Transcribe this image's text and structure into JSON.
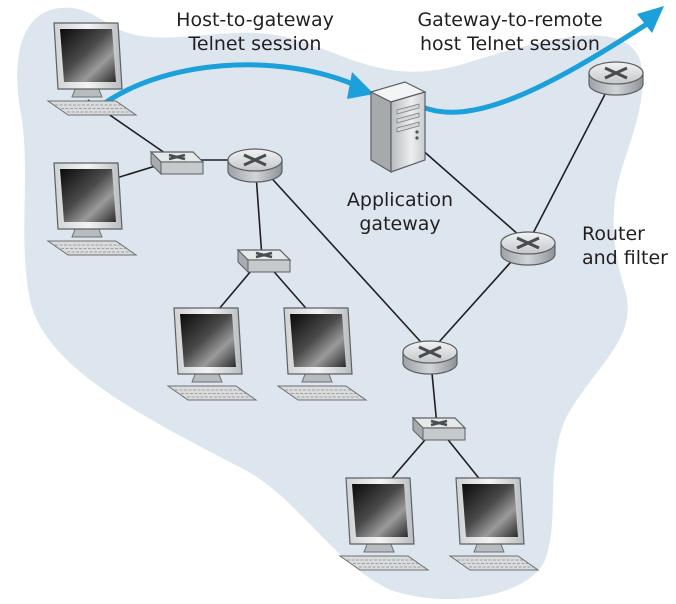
{
  "labels": {
    "host_to_gateway": [
      "Host-to-gateway",
      "Telnet session"
    ],
    "gateway_to_remote": [
      "Gateway-to-remote",
      "host Telnet session"
    ],
    "application_gateway": [
      "Application",
      "gateway"
    ],
    "router_and_filter": [
      "Router",
      "and filter"
    ]
  },
  "nodes": [
    {
      "id": "pc-top-left",
      "kind": "computer"
    },
    {
      "id": "pc-mid-left",
      "kind": "computer"
    },
    {
      "id": "switch-left",
      "kind": "switch"
    },
    {
      "id": "router-left",
      "kind": "router"
    },
    {
      "id": "switch-center",
      "kind": "switch"
    },
    {
      "id": "pc-center-a",
      "kind": "computer"
    },
    {
      "id": "pc-center-b",
      "kind": "computer"
    },
    {
      "id": "application-gateway",
      "kind": "server"
    },
    {
      "id": "router-filter",
      "kind": "router"
    },
    {
      "id": "router-remote",
      "kind": "router"
    },
    {
      "id": "router-bottom",
      "kind": "router"
    },
    {
      "id": "switch-bottom",
      "kind": "switch"
    },
    {
      "id": "pc-bottom-a",
      "kind": "computer"
    },
    {
      "id": "pc-bottom-b",
      "kind": "computer"
    }
  ],
  "links": [
    [
      "pc-top-left",
      "switch-left"
    ],
    [
      "pc-mid-left",
      "switch-left"
    ],
    [
      "switch-left",
      "router-left"
    ],
    [
      "router-left",
      "switch-center"
    ],
    [
      "switch-center",
      "pc-center-a"
    ],
    [
      "switch-center",
      "pc-center-b"
    ],
    [
      "router-left",
      "router-bottom"
    ],
    [
      "router-bottom",
      "router-filter"
    ],
    [
      "application-gateway",
      "router-filter"
    ],
    [
      "router-filter",
      "router-remote"
    ],
    [
      "router-bottom",
      "switch-bottom"
    ],
    [
      "switch-bottom",
      "pc-bottom-a"
    ],
    [
      "switch-bottom",
      "pc-bottom-b"
    ]
  ],
  "colors": {
    "network_region": "#dde6ef",
    "session_arrow": "#1ca0dc",
    "link": "#231f20",
    "text": "#231f20"
  }
}
